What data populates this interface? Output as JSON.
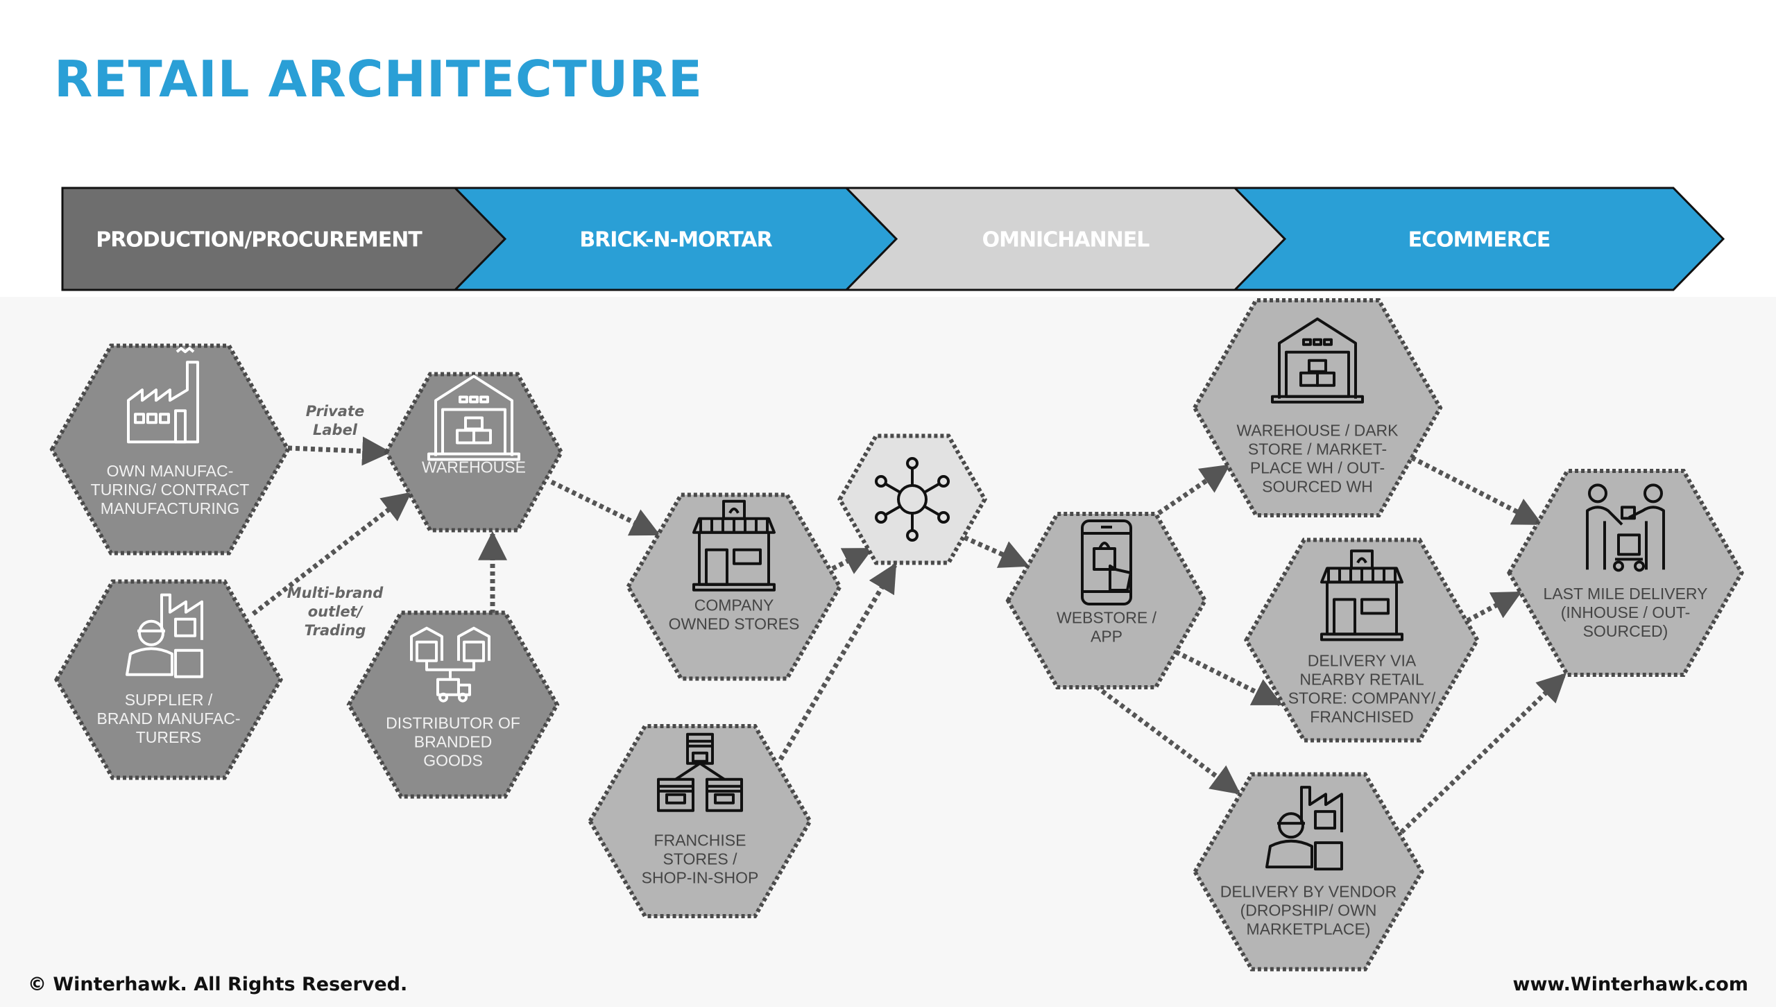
{
  "title": "RETAIL ARCHITECTURE",
  "colors": {
    "accent": "#2a9fd6",
    "production": "#6e6e6e",
    "omnichannel": "#d3d3d3",
    "dark_node": "#8c8c8c",
    "light_node": "#b5b5b5",
    "hub_node": "#e2e2e2"
  },
  "stages": [
    {
      "label": "PRODUCTION/PROCUREMENT"
    },
    {
      "label": "BRICK-N-MORTAR"
    },
    {
      "label": "OMNICHANNEL"
    },
    {
      "label": "ECOMMERCE"
    }
  ],
  "nodes": {
    "own_manufacturing": {
      "icon": "factory-icon",
      "lines": [
        "OWN MANUFAC-",
        "TURING/ CONTRACT",
        "MANUFACTURING"
      ]
    },
    "warehouse": {
      "icon": "warehouse-icon",
      "lines": [
        "WAREHOUSE"
      ]
    },
    "supplier": {
      "icon": "supplier-icon",
      "lines": [
        "SUPPLIER /",
        "BRAND MANUFAC-",
        "TURERS"
      ]
    },
    "distributor": {
      "icon": "distribution-icon",
      "lines": [
        "DISTRIBUTOR OF",
        "BRANDED",
        "GOODS"
      ]
    },
    "company_stores": {
      "icon": "store-icon",
      "lines": [
        "COMPANY",
        "OWNED STORES"
      ]
    },
    "franchise": {
      "icon": "franchise-icon",
      "lines": [
        "FRANCHISE",
        "STORES /",
        "SHOP-IN-SHOP"
      ]
    },
    "hub": {
      "icon": "network-hub-icon",
      "lines": []
    },
    "webstore": {
      "icon": "mobile-shopping-icon",
      "lines": [
        "WEBSTORE /",
        "APP"
      ]
    },
    "dark_store": {
      "icon": "warehouse-icon",
      "lines": [
        "WAREHOUSE / DARK",
        "STORE / MARKET-",
        "PLACE WH / OUT-",
        "SOURCED WH"
      ]
    },
    "nearby_store": {
      "icon": "store-icon",
      "lines": [
        "DELIVERY VIA",
        "NEARBY RETAIL",
        "STORE: COMPANY/",
        "FRANCHISED"
      ]
    },
    "vendor": {
      "icon": "supplier-icon",
      "lines": [
        "DELIVERY BY VENDOR",
        "(DROPSHIP/ OWN",
        "MARKETPLACE)"
      ]
    },
    "last_mile": {
      "icon": "delivery-people-icon",
      "lines": [
        "LAST MILE DELIVERY",
        "(INHOUSE / OUT-",
        "SOURCED)"
      ]
    }
  },
  "edge_labels": {
    "private_label": [
      "Private",
      "Label"
    ],
    "multi_brand": [
      "Multi-brand",
      "outlet/",
      "Trading"
    ]
  },
  "footer": {
    "copyright": "© Winterhawk.  All Rights Reserved.",
    "website": "www.Winterhawk.com"
  }
}
